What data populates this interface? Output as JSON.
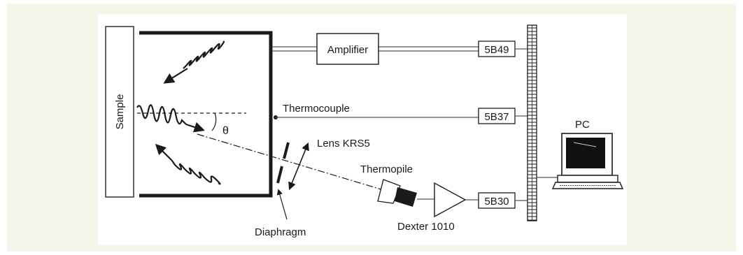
{
  "diagram": {
    "sample_label": "Sample",
    "amplifier_label": "Amplifier",
    "thermocouple_label": "Thermocouple",
    "angle_symbol": "θ",
    "lens_label": "Lens KRS5",
    "thermopile_label": "Thermopile",
    "diaphragm_label": "Diaphragm",
    "preamp_label": "Dexter 1010",
    "modules": [
      "5B49",
      "5B37",
      "5B30"
    ],
    "pc_label": "PC",
    "colors": {
      "background_frame": "#f4f7ea",
      "panel": "#ffffff",
      "line": "#1a1a1a"
    }
  }
}
